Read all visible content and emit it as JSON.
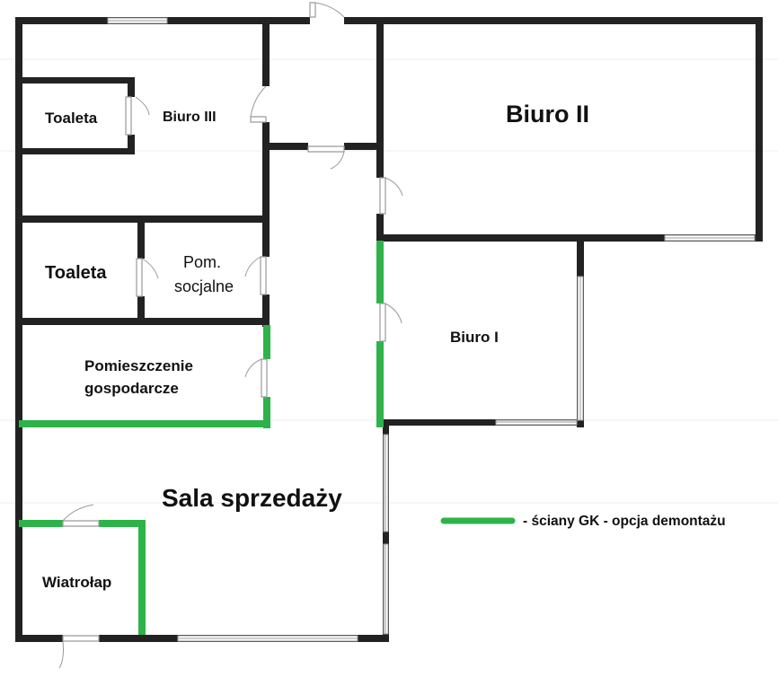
{
  "rooms": {
    "toaleta_top": "Toaleta",
    "biuro3": "Biuro III",
    "biuro2": "Biuro II",
    "toaleta_mid": "Toaleta",
    "pom_socjalne_line1": "Pom.",
    "pom_socjalne_line2": "socjalne",
    "biuro1": "Biuro I",
    "pomieszczenie_line1": "Pomieszczenie",
    "pomieszczenie_line2": "gospodarcze",
    "sala": "Sala sprzedaży",
    "wiatrolap": "Wiatrołap"
  },
  "legend": {
    "text": "- ściany GK - opcja demontażu"
  },
  "colors": {
    "wall": "#222222",
    "gk_wall": "#2db34a",
    "window": "#9a9a9a"
  }
}
